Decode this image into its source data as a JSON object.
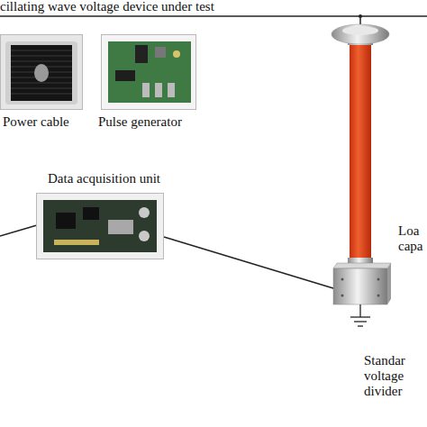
{
  "diagram": {
    "nodes": [
      {
        "text": [
          "Power cable"
        ]
      },
      {
        "text": [
          "Pulse generator"
        ]
      },
      {
        "text": [
          "Data acquisition unit"
        ]
      },
      {
        "text": [
          "Loa capa",
          "Standar voltage divider"
        ]
      }
    ],
    "edges": [
      {
        "from": 2,
        "to": 3,
        "arrow": "none"
      }
    ],
    "labels": [
      "cillating wave voltage device under test"
    ]
  }
}
